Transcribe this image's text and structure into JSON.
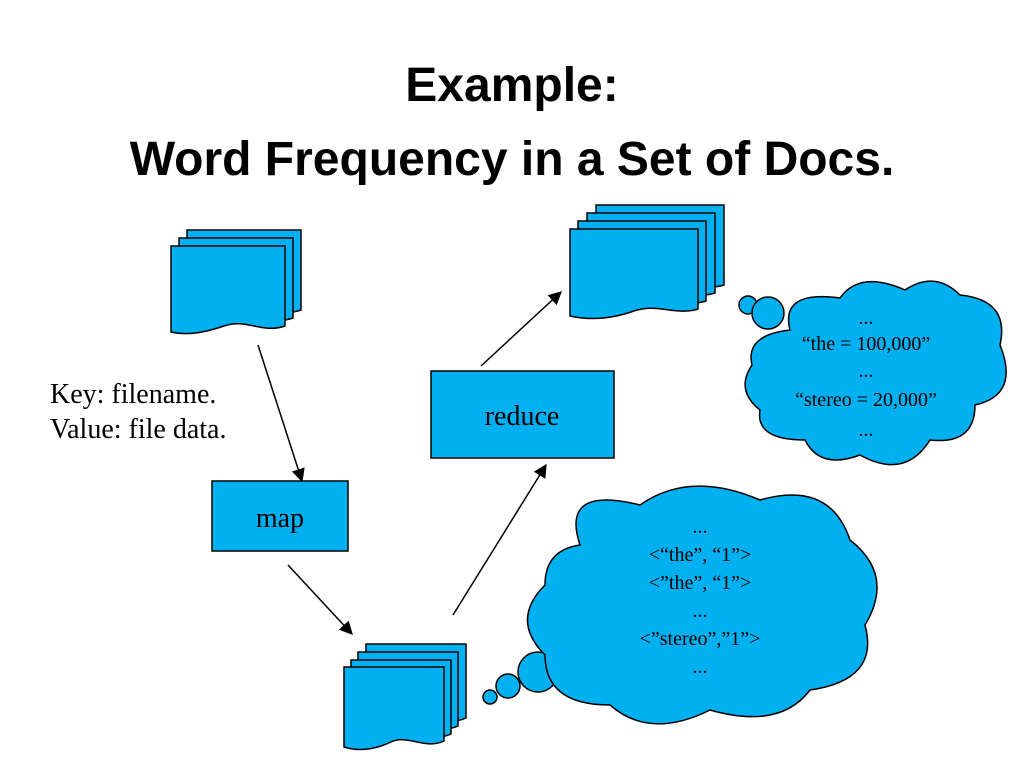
{
  "slide": {
    "title_line1": "Example:",
    "title_line2": "Word Frequency in a Set of Docs.",
    "input_annotation": {
      "line1": "Key: filename.",
      "line2": "Value: file data."
    },
    "map_label": "map",
    "reduce_label": "reduce",
    "intermediate_bubble": [
      "...",
      "<“the”, “1”>",
      "<”the”, “1”>",
      "...",
      "<”stereo”,”1”>",
      "..."
    ],
    "output_bubble": [
      "...",
      "“the = 100,000”",
      "...",
      "“stereo = 20,000”",
      "..."
    ]
  },
  "colors": {
    "shape_fill": "#00b0f0",
    "stroke": "#000000",
    "background": "#ffffff"
  }
}
